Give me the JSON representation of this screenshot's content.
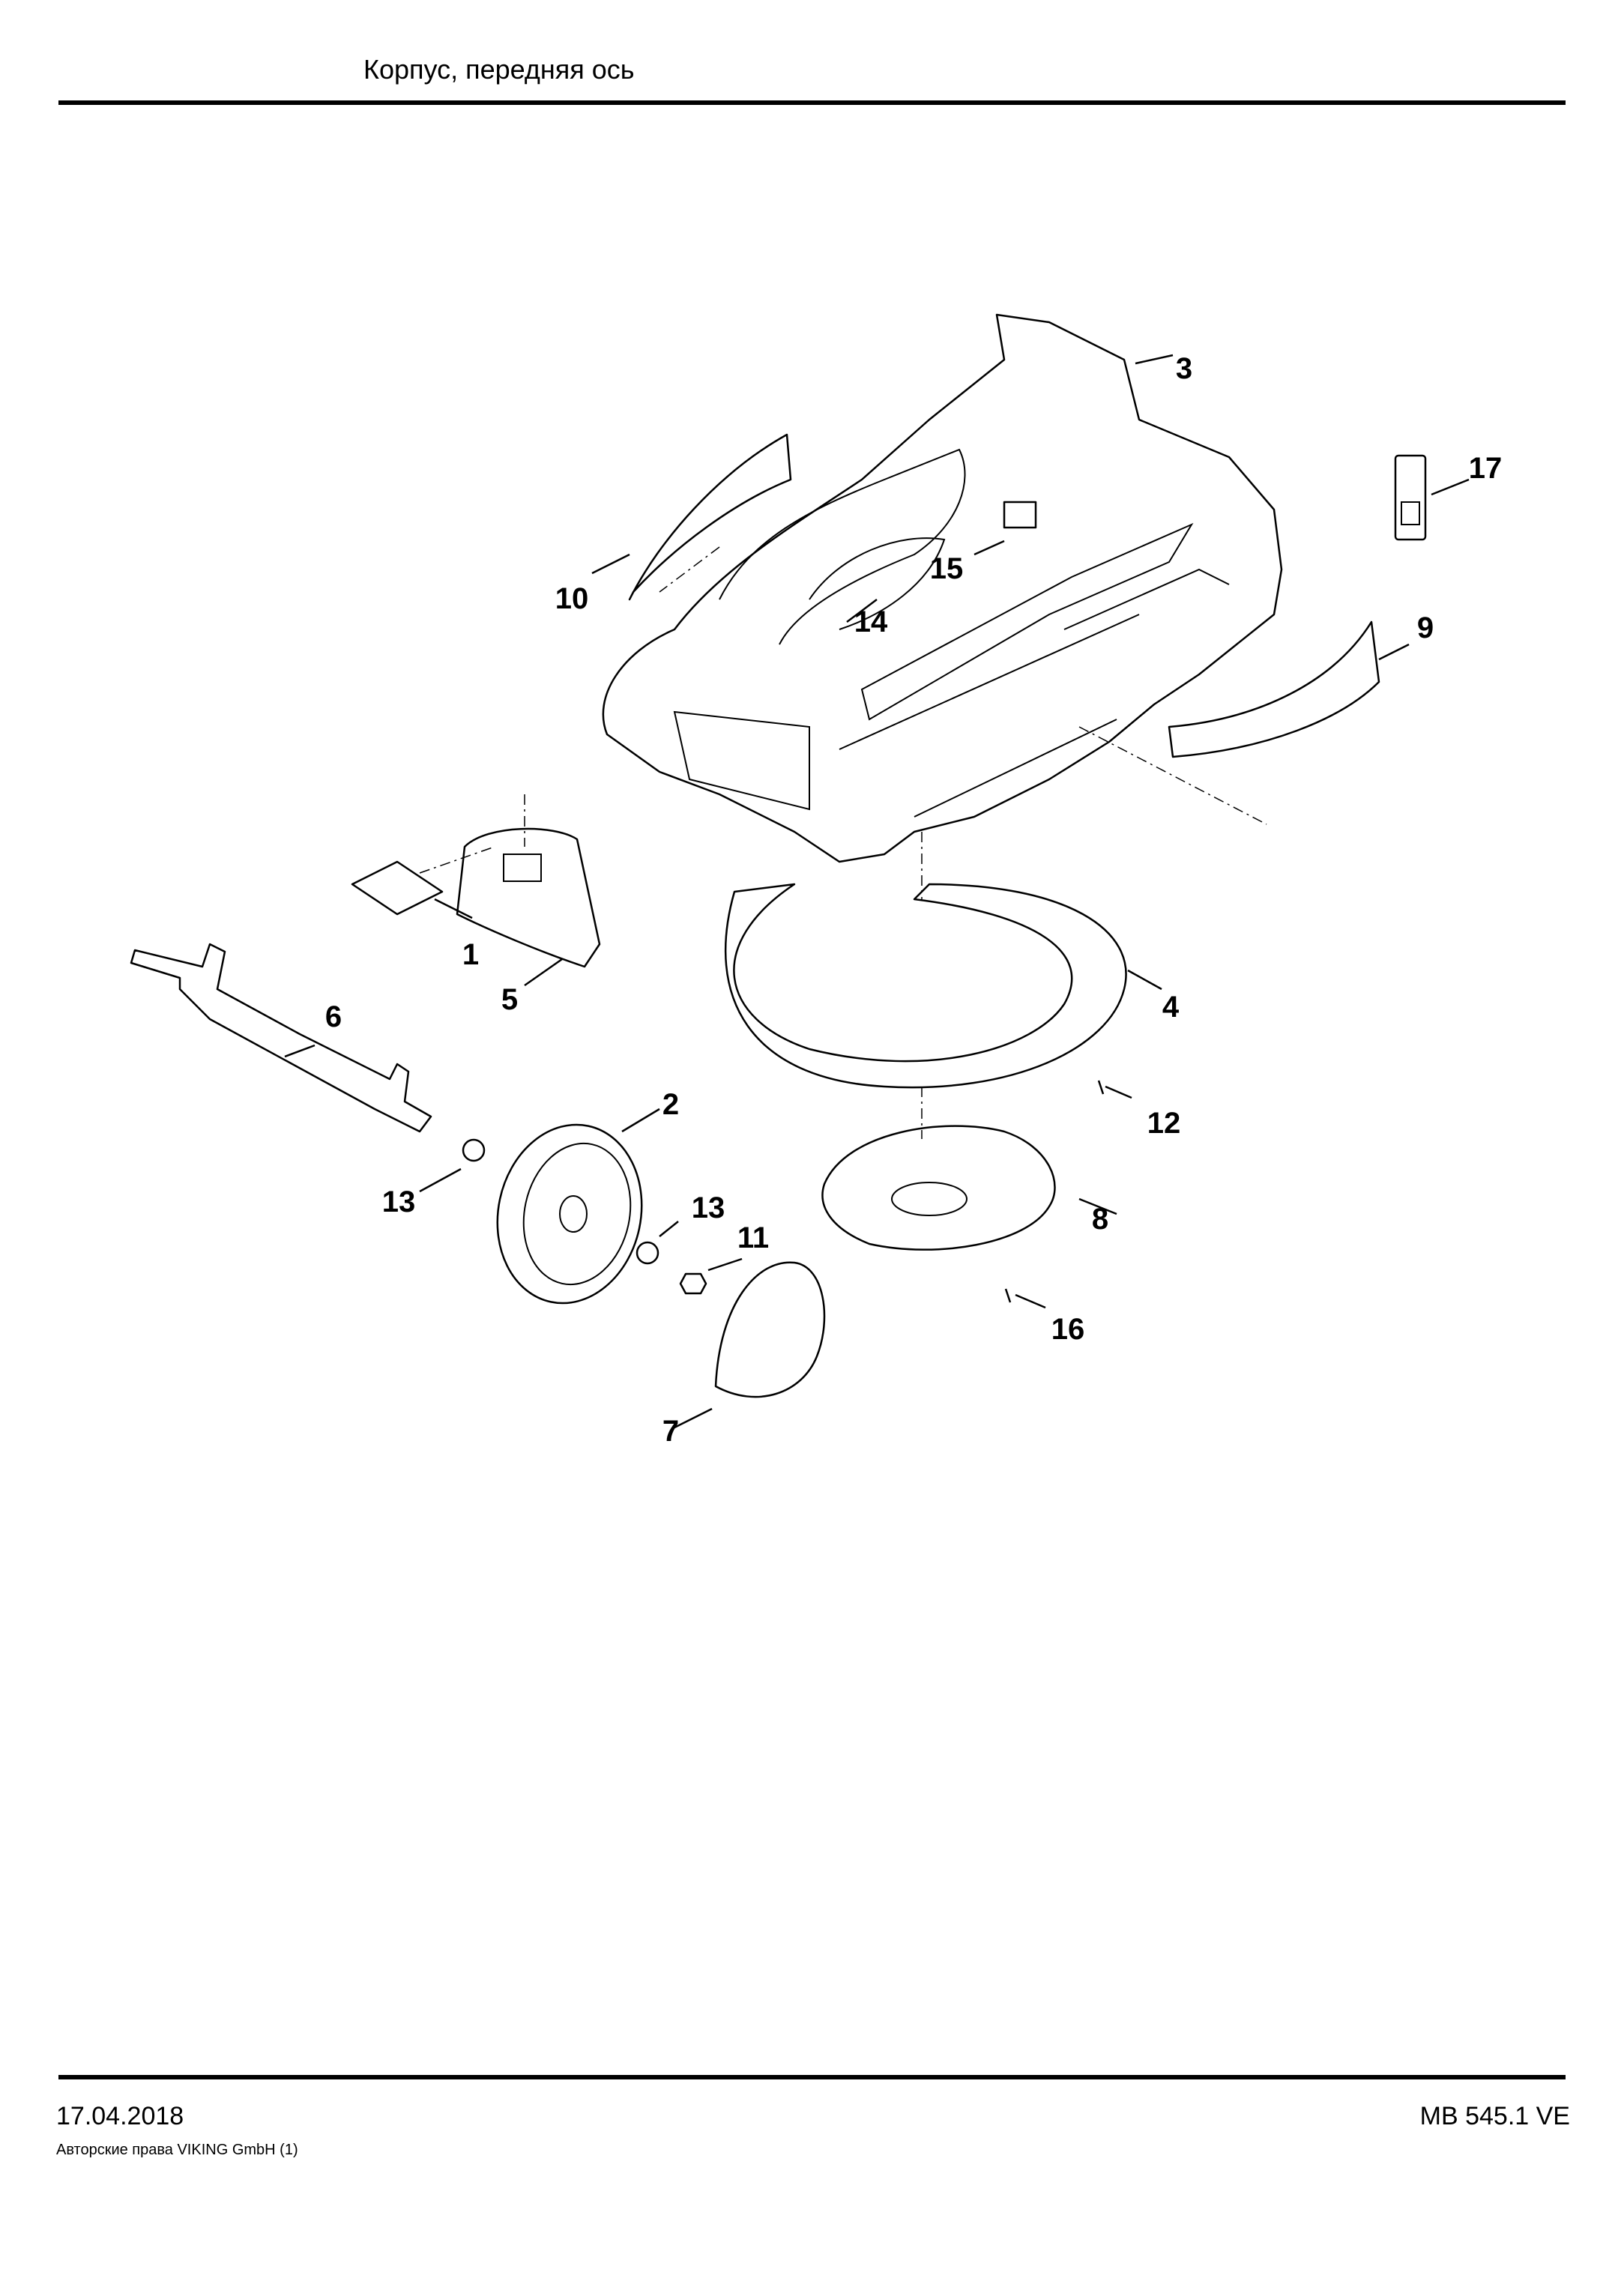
{
  "header": {
    "title": "Корпус, передняя ось"
  },
  "footer": {
    "date": "17.04.2018",
    "model": "MB 545.1 VE",
    "copyright": "Авторские права VIKING GmbH  (1)"
  },
  "callouts": {
    "c1": "1",
    "c2": "2",
    "c3": "3",
    "c4": "4",
    "c5": "5",
    "c6": "6",
    "c7": "7",
    "c8": "8",
    "c9": "9",
    "c10": "10",
    "c11": "11",
    "c12": "12",
    "c13a": "13",
    "c13b": "13",
    "c14": "14",
    "c15": "15",
    "c16": "16",
    "c17": "17"
  }
}
